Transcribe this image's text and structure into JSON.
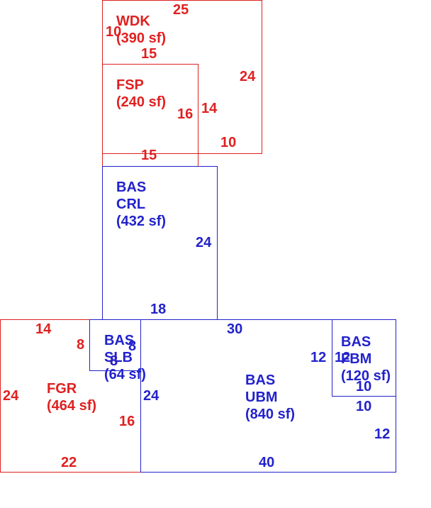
{
  "areas": {
    "wdk": {
      "name": "WDK",
      "area": "(390 sf)"
    },
    "fsp": {
      "name": "FSP",
      "area": "(240 sf)"
    },
    "bas_crl": {
      "name1": "BAS",
      "name2": "CRL",
      "area": "(432 sf)"
    },
    "bas_slb": {
      "name1": "BAS",
      "name2": "SLB",
      "area": "(64 sf)"
    },
    "fgr": {
      "name": "FGR",
      "area": "(464 sf)"
    },
    "bas_ubm": {
      "name1": "BAS",
      "name2": "UBM",
      "area": "(840 sf)"
    },
    "bas_fbm": {
      "name1": "BAS",
      "name2": "FBM",
      "area": "(120 sf)"
    }
  },
  "dims": {
    "wdk_top": "25",
    "wdk_left": "10",
    "wdk_bottom": "15",
    "wdk_right": "24",
    "wdk_lower": "10",
    "fsp_right": "16",
    "fsp_right_outer": "14",
    "fsp_bottom": "15",
    "crl_right": "24",
    "crl_bottom": "18",
    "fgr_top": "14",
    "fgr_left": "24",
    "fgr_bottom": "22",
    "fgr_right": "16",
    "fgr_notch_top": "8",
    "fgr_notch_bottom": "8",
    "slb_right": "8",
    "slb_bottom": "8",
    "ubm_top": "30",
    "ubm_left": "24",
    "ubm_bottom": "40",
    "ubm_right": "12",
    "fbm_left": "12",
    "fbm_left2": "12",
    "fbm_bottom": "10",
    "fbm_bottom2": "10"
  },
  "colors": {
    "red": "#e02020",
    "blue": "#2222cc"
  }
}
